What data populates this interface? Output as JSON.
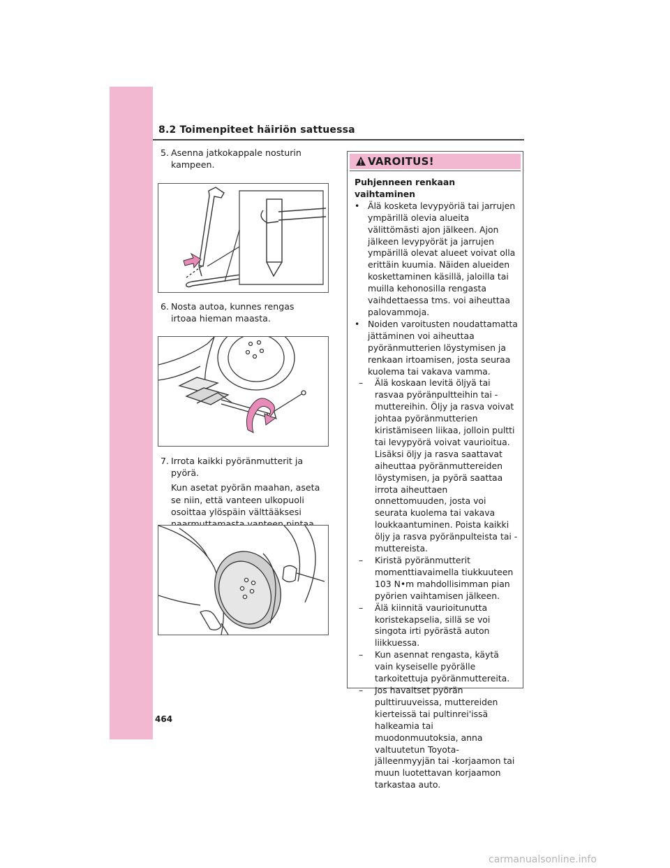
{
  "header": {
    "title": "8.2  Toimenpiteet häiriön sattuessa"
  },
  "page_number": "464",
  "steps": [
    {
      "num": "5.",
      "text": "Asenna jatkokappale nosturin kampeen."
    },
    {
      "num": "6.",
      "text": "Nosta autoa, kunnes rengas irtoaa hieman maasta."
    },
    {
      "num": "7.",
      "text": "Irrota kaikki pyöränmutterit ja pyörä.",
      "sub": "Kun asetat pyörän maahan, aseta se niin, että vanteen ulkopuoli osoittaa ylöspäin välttääksesi naarmuttamasta vanteen pintaa."
    }
  ],
  "warning": {
    "label": "VAROITUS!",
    "heading": "Puhjenneen renkaan vaihtaminen",
    "bullets": [
      {
        "mark": "•",
        "text": "Älä kosketa levypyöriä tai jarrujen ympärillä olevia alueita välittömästi ajon jälkeen. Ajon jälkeen levypyörät ja jarrujen ympärillä olevat alueet voivat olla erittäin kuumia. Näiden alueiden koskettaminen käsillä, jaloilla tai muilla kehonosilla rengasta vaihdettaessa tms. voi aiheuttaa palovammoja."
      },
      {
        "mark": "•",
        "text": "Noiden varoitusten noudattamatta jättäminen voi aiheuttaa pyöränmutterien löystymisen ja renkaan irtoamisen, josta seuraa kuolema tai vakava vamma."
      }
    ],
    "dashes": [
      {
        "mark": "–",
        "text": "Älä koskaan levitä öljyä tai rasvaa pyöränpultteihin tai -muttereihin. Öljy ja rasva voivat johtaa pyöränmutterien kiristämiseen liikaa, jolloin pultti tai levypyörä voivat vaurioitua. Lisäksi öljy ja rasva saattavat aiheuttaa pyöränmuttereiden löystymisen, ja pyörä saattaa irrota aiheuttaen onnettomuuden, josta voi seurata kuolema tai vakava loukkaantuminen. Poista kaikki öljy ja rasva pyöränpulteista tai -muttereista."
      },
      {
        "mark": "–",
        "text": "Kiristä pyöränmutterit momenttiavaimella tiukkuuteen 103 N•m mahdollisimman pian pyörien vaihtamisen jälkeen."
      },
      {
        "mark": "–",
        "text": "Älä kiinnitä vaurioitunutta koristekapselia, sillä se voi singota irti pyörästä auton liikkuessa."
      },
      {
        "mark": "–",
        "text": "Kun asennat rengasta, käytä vain kyseiselle pyörälle tarkoitettuja pyöränmuttereita."
      },
      {
        "mark": "–",
        "text": "Jos havaitset pyörän pulttiruuveissa, muttereiden kierteissä tai pultinrei'issä halkeamia tai muodonmuutoksia, anna valtuutetun Toyota-jälleenmyyjän tai -korjaamon tai muun luotettavan korjaamon tarkastaa auto."
      }
    ]
  },
  "watermark": "carmanualsonline.info",
  "colors": {
    "accent": "#f2b8d2",
    "arrow": "#e98bb8"
  },
  "icons": {
    "warning": "warning-triangle-icon"
  }
}
